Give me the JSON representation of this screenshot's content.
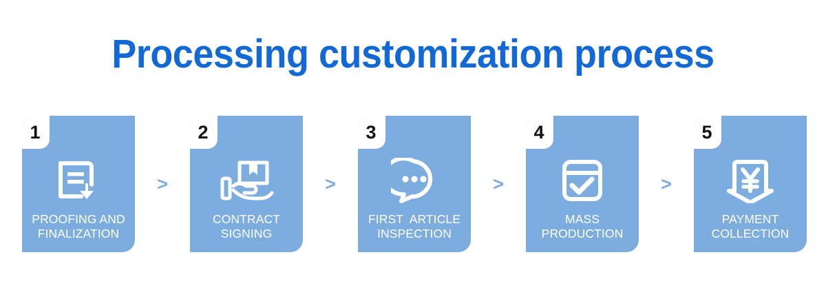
{
  "header": {
    "title": "Processing customization process",
    "title_color": "#1268d5"
  },
  "theme": {
    "card_blue": "#7cadde",
    "background": "#ffffff",
    "label_color": "#ffffff",
    "number_color": "#111111",
    "chevron_color": "#7cadde"
  },
  "separators": {
    "glyph": ">",
    "name": "chevron-right-separator",
    "count": 4
  },
  "flow": {
    "steps": [
      {
        "number": "1",
        "label": "PROOFING AND\nFINALIZATION",
        "icon": "document-download-icon",
        "name": "step-proofing-and-finalization"
      },
      {
        "number": "2",
        "label": "CONTRACT\nSIGNING",
        "icon": "hand-holding-package-icon",
        "name": "step-contract-signing"
      },
      {
        "number": "3",
        "label": "FIRST  ARTICLE\nINSPECTION",
        "icon": "speech-bubble-dots-icon",
        "name": "step-first-article-inspection"
      },
      {
        "number": "4",
        "label": "MASS\nPRODUCTION",
        "icon": "calendar-check-icon",
        "name": "step-mass-production"
      },
      {
        "number": "5",
        "label": "PAYMENT\nCOLLECTION",
        "icon": "yen-arrow-down-icon",
        "name": "step-payment-collection"
      }
    ]
  }
}
